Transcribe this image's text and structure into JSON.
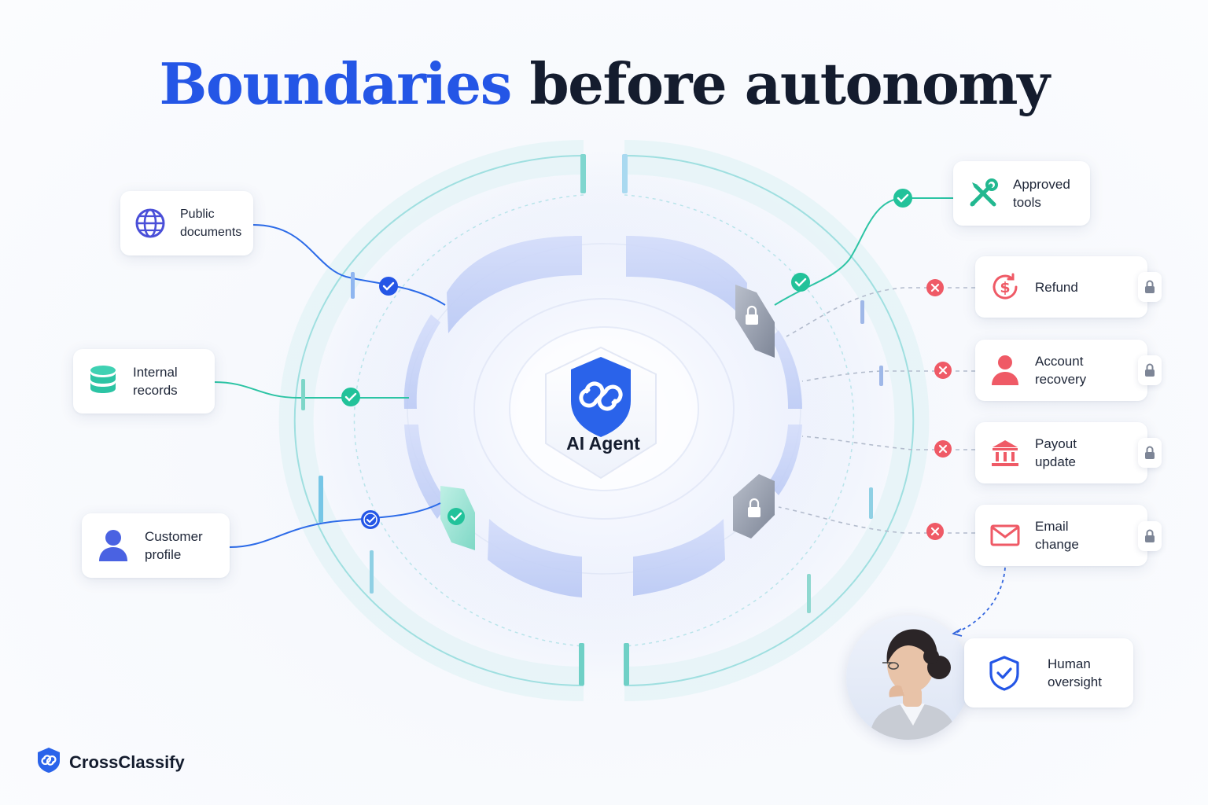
{
  "title": {
    "accent": "Boundaries",
    "rest": "before autonomy"
  },
  "hub": {
    "label": "AI Agent",
    "icon": "agent-shield-icon"
  },
  "allowed": [
    {
      "id": "public-documents",
      "label": "Public\ndocuments",
      "icon": "globe-icon",
      "color": "#4a4fd8"
    },
    {
      "id": "internal-records",
      "label": "Internal\nrecords",
      "icon": "database-icon",
      "color": "#2cc4a4"
    },
    {
      "id": "customer-profile",
      "label": "Customer\nprofile",
      "icon": "person-icon",
      "color": "#4a62e2"
    },
    {
      "id": "approved-tools",
      "label": "Approved\ntools",
      "icon": "wrench-screwdriver-icon",
      "color": "#22b890"
    }
  ],
  "blocked": [
    {
      "id": "refund",
      "label": "Refund",
      "icon": "dollar-refund-icon"
    },
    {
      "id": "account-recovery",
      "label": "Account\nrecovery",
      "icon": "person-icon"
    },
    {
      "id": "payout-update",
      "label": "Payout\nupdate",
      "icon": "bank-icon"
    },
    {
      "id": "email-change",
      "label": "Email\nchange",
      "icon": "envelope-icon"
    }
  ],
  "oversight": {
    "label": "Human\noversight",
    "icon": "shield-check-icon"
  },
  "brand": {
    "name": "CrossClassify",
    "icon": "crossclassify-logo-icon"
  },
  "colors": {
    "accent": "#2456e6",
    "allowed": "#22c29a",
    "blocked": "#ef5a66",
    "lock": "#7d8596"
  }
}
